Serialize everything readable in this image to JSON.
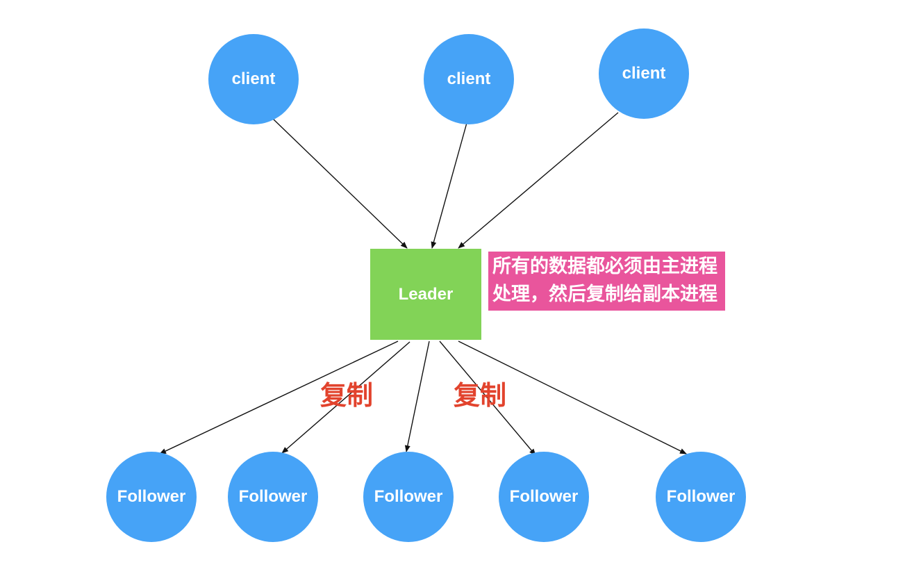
{
  "clients": [
    {
      "label": "client"
    },
    {
      "label": "client"
    },
    {
      "label": "client"
    }
  ],
  "leader": {
    "label": "Leader"
  },
  "note": {
    "line1": "所有的数据都必须由主进程",
    "line2": "处理，然后复制给副本进程"
  },
  "replication_labels": [
    "复制",
    "复制"
  ],
  "followers": [
    {
      "label": "Follower"
    },
    {
      "label": "Follower"
    },
    {
      "label": "Follower"
    },
    {
      "label": "Follower"
    },
    {
      "label": "Follower"
    }
  ],
  "colors": {
    "client": "#46a3f7",
    "follower": "#46a3f7",
    "leader": "#82d357",
    "note": "#e9559c",
    "replication_text": "#e2432d",
    "arrow": "#111111"
  }
}
